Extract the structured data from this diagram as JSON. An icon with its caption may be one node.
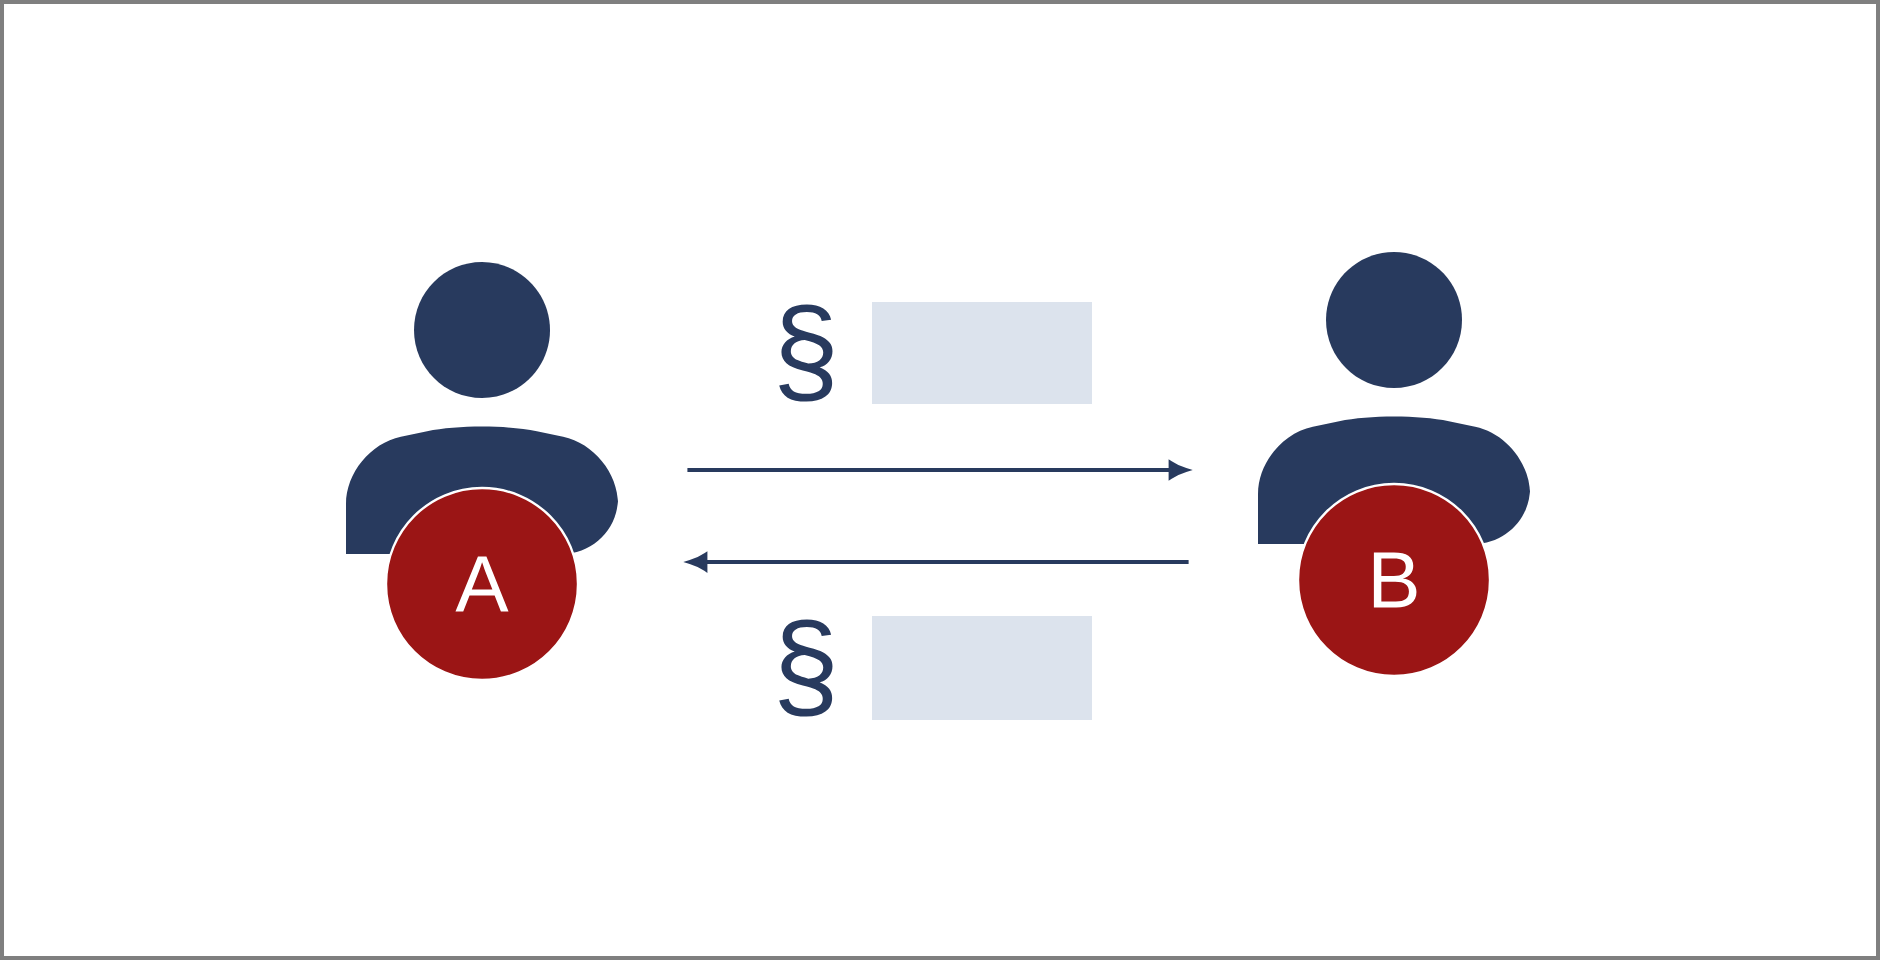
{
  "diagram": {
    "nodes": [
      {
        "text": [],
        "shape": "person"
      },
      {
        "text": [
          "A"
        ]
      },
      {
        "text": [],
        "shape": "person"
      },
      {
        "text": [
          "B"
        ]
      },
      {
        "text": [],
        "shape": "box",
        "beside": [
          "§"
        ]
      },
      {
        "text": [],
        "shape": "box",
        "beside": [
          "§"
        ]
      }
    ],
    "edges": [
      {
        "from": 0,
        "to": 2,
        "arrow": "to"
      },
      {
        "from": 2,
        "to": 0,
        "arrow": "to"
      }
    ]
  }
}
